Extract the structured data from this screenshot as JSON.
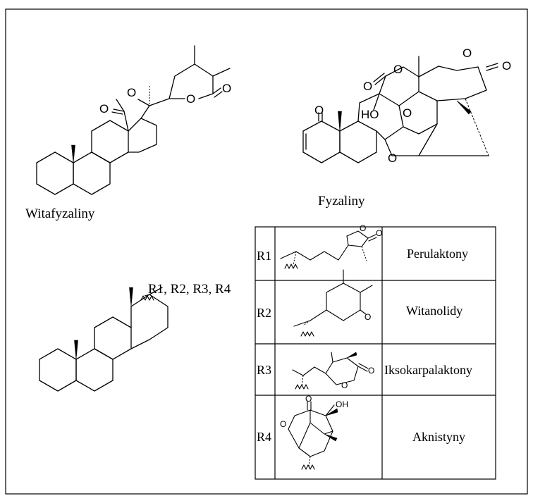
{
  "compounds": {
    "witafyzaliny": "Witafyzaliny",
    "fyzaliny": "Fyzaliny"
  },
  "core_substituents": "R1, R2, R3, R4",
  "atoms": {
    "oxygen": "O",
    "hydroxyl": "HO",
    "hydroxyl_small": "OH"
  },
  "table": {
    "rows": [
      {
        "r": "R1",
        "name": "Perulaktony"
      },
      {
        "r": "R2",
        "name": "Witanolidy"
      },
      {
        "r": "R3",
        "name": "Iksokarpalaktony"
      },
      {
        "r": "R4",
        "name": "Aknistyny"
      }
    ]
  }
}
